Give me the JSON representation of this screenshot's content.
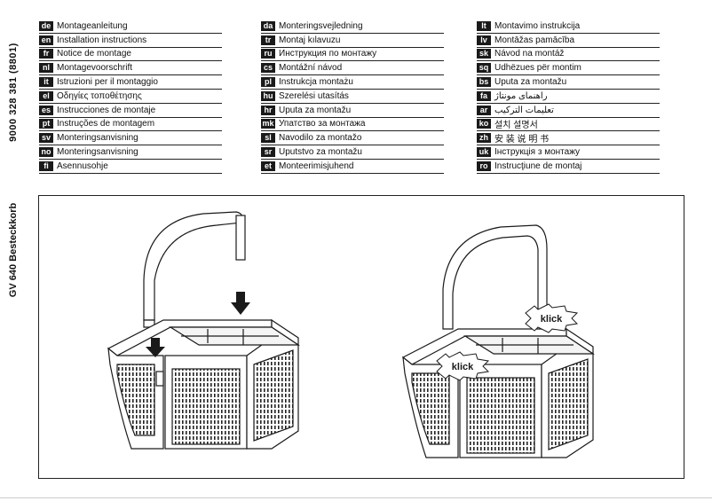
{
  "part_number": "9000 328 381 (8801)",
  "product_title": "GV 640 Besteckkorb",
  "languages": {
    "col1": [
      {
        "code": "de",
        "label": "Montageanleitung"
      },
      {
        "code": "en",
        "label": "Installation instructions"
      },
      {
        "code": "fr",
        "label": "Notice de montage"
      },
      {
        "code": "nl",
        "label": "Montagevoorschrift"
      },
      {
        "code": "it",
        "label": "Istruzioni per il montaggio"
      },
      {
        "code": "el",
        "label": "Οδηγίες τοποθέτησης"
      },
      {
        "code": "es",
        "label": "Instrucciones de montaje"
      },
      {
        "code": "pt",
        "label": "Instruções de montagem"
      },
      {
        "code": "sv",
        "label": "Monteringsanvisning"
      },
      {
        "code": "no",
        "label": "Monteringsanvisning"
      },
      {
        "code": "fi",
        "label": "Asennusohje"
      }
    ],
    "col2": [
      {
        "code": "da",
        "label": "Monteringsvejledning"
      },
      {
        "code": "tr",
        "label": "Montaj kılavuzu"
      },
      {
        "code": "ru",
        "label": "Инструкция по монтажу"
      },
      {
        "code": "cs",
        "label": "Montážní návod"
      },
      {
        "code": "pl",
        "label": "Instrukcja montażu"
      },
      {
        "code": "hu",
        "label": "Szerelési utasítás"
      },
      {
        "code": "hr",
        "label": "Uputa za montažu"
      },
      {
        "code": "mk",
        "label": "Упатство за монтажа"
      },
      {
        "code": "sl",
        "label": "Navodilo za montažo"
      },
      {
        "code": "sr",
        "label": "Uputstvo za montažu"
      },
      {
        "code": "et",
        "label": "Monteerimisjuhend"
      }
    ],
    "col3": [
      {
        "code": "lt",
        "label": "Montavimo instrukcija"
      },
      {
        "code": "lv",
        "label": "Montāžas pamācība"
      },
      {
        "code": "sk",
        "label": "Návod na montáž"
      },
      {
        "code": "sq",
        "label": "Udhëzues për montim"
      },
      {
        "code": "bs",
        "label": "Uputa za montažu"
      },
      {
        "code": "fa",
        "label": "راهنمای مونتاژ"
      },
      {
        "code": "ar",
        "label": "تعليمات التركيب"
      },
      {
        "code": "ko",
        "label": "설치 설명서"
      },
      {
        "code": "zh",
        "label": "安 装 说 明 书"
      },
      {
        "code": "uk",
        "label": "Інструкція з монтажу"
      },
      {
        "code": "ro",
        "label": "Instrucţiune de montaj"
      }
    ]
  },
  "callouts": {
    "klick_1": "klick",
    "klick_2": "klick"
  },
  "colors": {
    "ink": "#1a1a1a",
    "fill": "#ffffff",
    "grid": "#333333"
  }
}
